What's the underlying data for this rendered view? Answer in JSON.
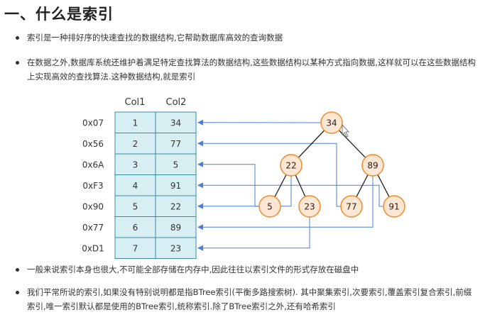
{
  "heading": "一、什么是索引",
  "bullets": [
    "索引是一种排好序的快速查找的数据结构,它帮助数据库高效的查询数据",
    "在数据之外,数据库系统还维护着满足特定查找算法的数据结构,这些数据结构以某种方式指向数据,这样就可以在这些数据结构上实现高效的查找算法.这种数据结构,就是索引",
    "一般来说索引本身也很大,不可能全部存储在内存中,因此往往以索引文件的形式存放在磁盘中",
    "我们平常所说的索引,如果没有特别说明都是指BTree索引(平衡多路搜索树). 其中聚集索引,次要索引,覆盖索引复合索引,前缀索引,唯一索引默认都是使用的BTree索引,统称索引.除了BTree索引之外,还有哈希索引"
  ],
  "diagram": {
    "columns": [
      "Col1",
      "Col2"
    ],
    "rows": [
      {
        "addr": "0x07",
        "col1": "1",
        "col2": "34"
      },
      {
        "addr": "0x56",
        "col1": "2",
        "col2": "77"
      },
      {
        "addr": "0x6A",
        "col1": "3",
        "col2": "5"
      },
      {
        "addr": "0xF3",
        "col1": "4",
        "col2": "91"
      },
      {
        "addr": "0x90",
        "col1": "5",
        "col2": "22"
      },
      {
        "addr": "0x77",
        "col1": "6",
        "col2": "89"
      },
      {
        "addr": "0xD1",
        "col1": "7",
        "col2": "23"
      }
    ],
    "tree_nodes": {
      "root": "34",
      "left": "22",
      "right": "89",
      "ll": "5",
      "lr": "23",
      "rl": "77",
      "rr": "91"
    },
    "colors": {
      "cell_fill": "#d7eef3",
      "cell_border": "#3a8ea0",
      "node_fill": "#fde6d2",
      "node_border": "#f08a2c",
      "pointer": "#4a7fd8"
    }
  }
}
